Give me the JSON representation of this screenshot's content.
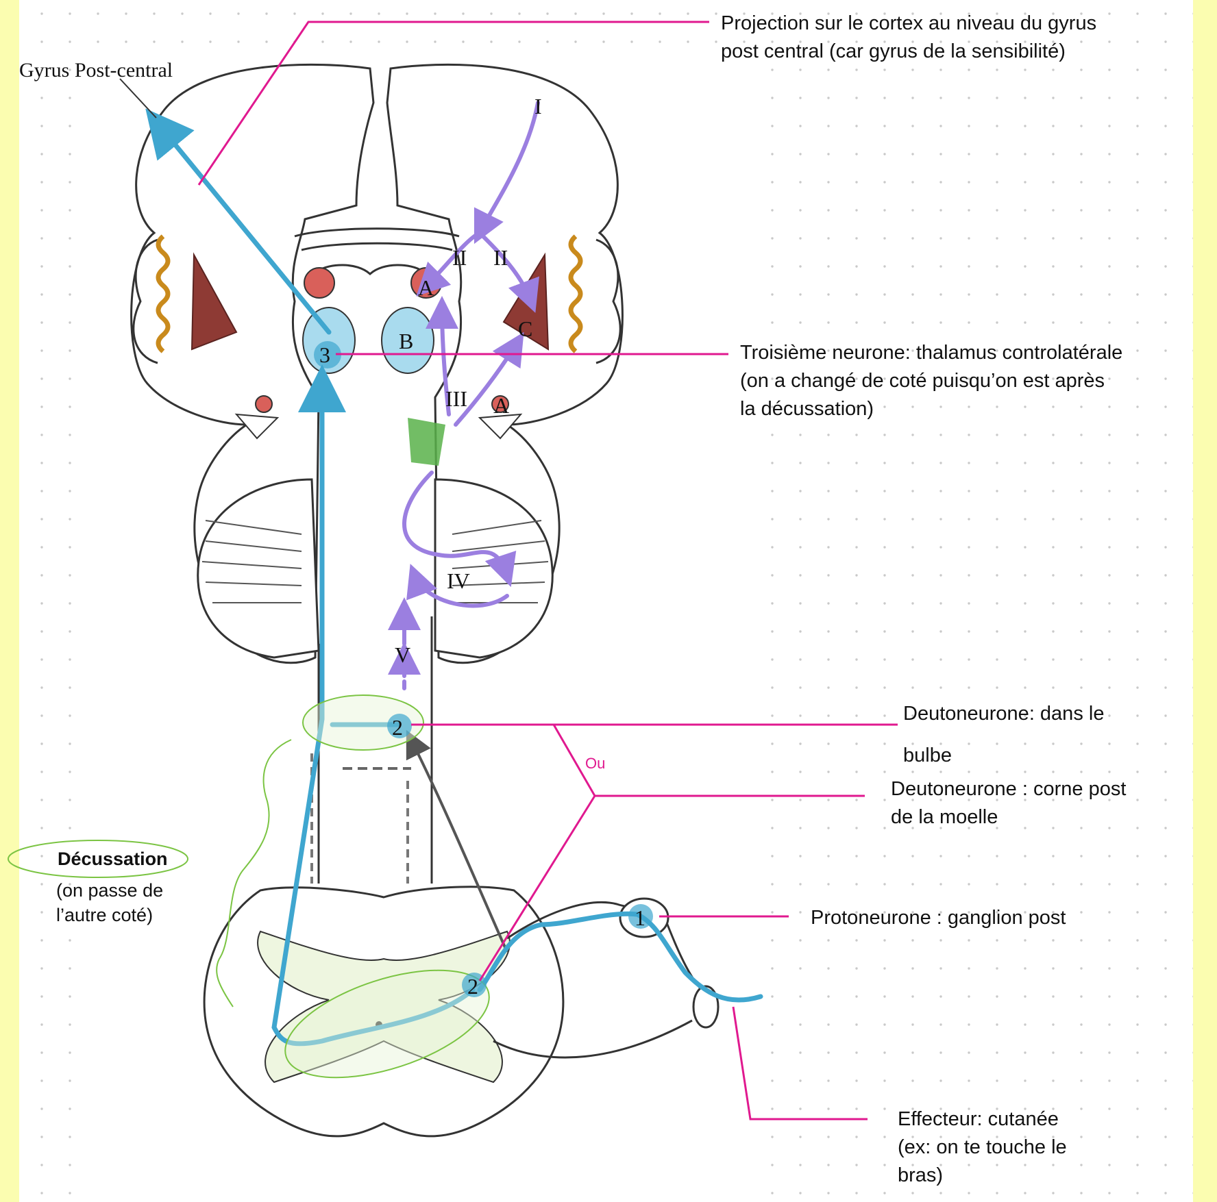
{
  "diagram": {
    "gyrus_label": "Gyrus Post-central",
    "roman": {
      "I": "I",
      "II": "II",
      "III": "III",
      "IV": "IV",
      "V": "V"
    },
    "letters": {
      "A": "A",
      "B": "B",
      "C": "C"
    },
    "neurons": {
      "n1": "1",
      "n2": "2",
      "n3": "3"
    }
  },
  "annotations": {
    "projection": [
      "Projection sur le cortex au niveau du gyrus",
      "post central (car gyrus de la sensibilité)"
    ],
    "troisieme": [
      "Troisième neurone: thalamus controlatérale",
      "(on a changé de coté puisqu’on est après",
      "la décussation)"
    ],
    "deuto_bulbe": [
      "Deutoneurone: dans le",
      "bulbe"
    ],
    "ou": "Ou",
    "deuto_corne": [
      "Deutoneurone : corne post",
      "de la moelle"
    ],
    "proto": "Protoneurone : ganglion post",
    "effecteur": [
      "Effecteur: cutanée",
      "(ex: on te touche le",
      "bras)"
    ],
    "decussation_title": "Décussation",
    "decussation_sub": [
      "(on passe de",
      "l’autre coté)"
    ]
  },
  "colors": {
    "background": "#fbfdb0",
    "paper": "#ffffff",
    "pathway_blue": "#3fa6cf",
    "pathway_purple": "#9b7fe0",
    "leader_magenta": "#e0198f",
    "decussation_green": "#7bc443",
    "nucleus_red": "#d9605a",
    "striatum_brown": "#8e3a34",
    "insula_gold": "#c98a1c",
    "cerebellum_green": "#59b24a"
  }
}
